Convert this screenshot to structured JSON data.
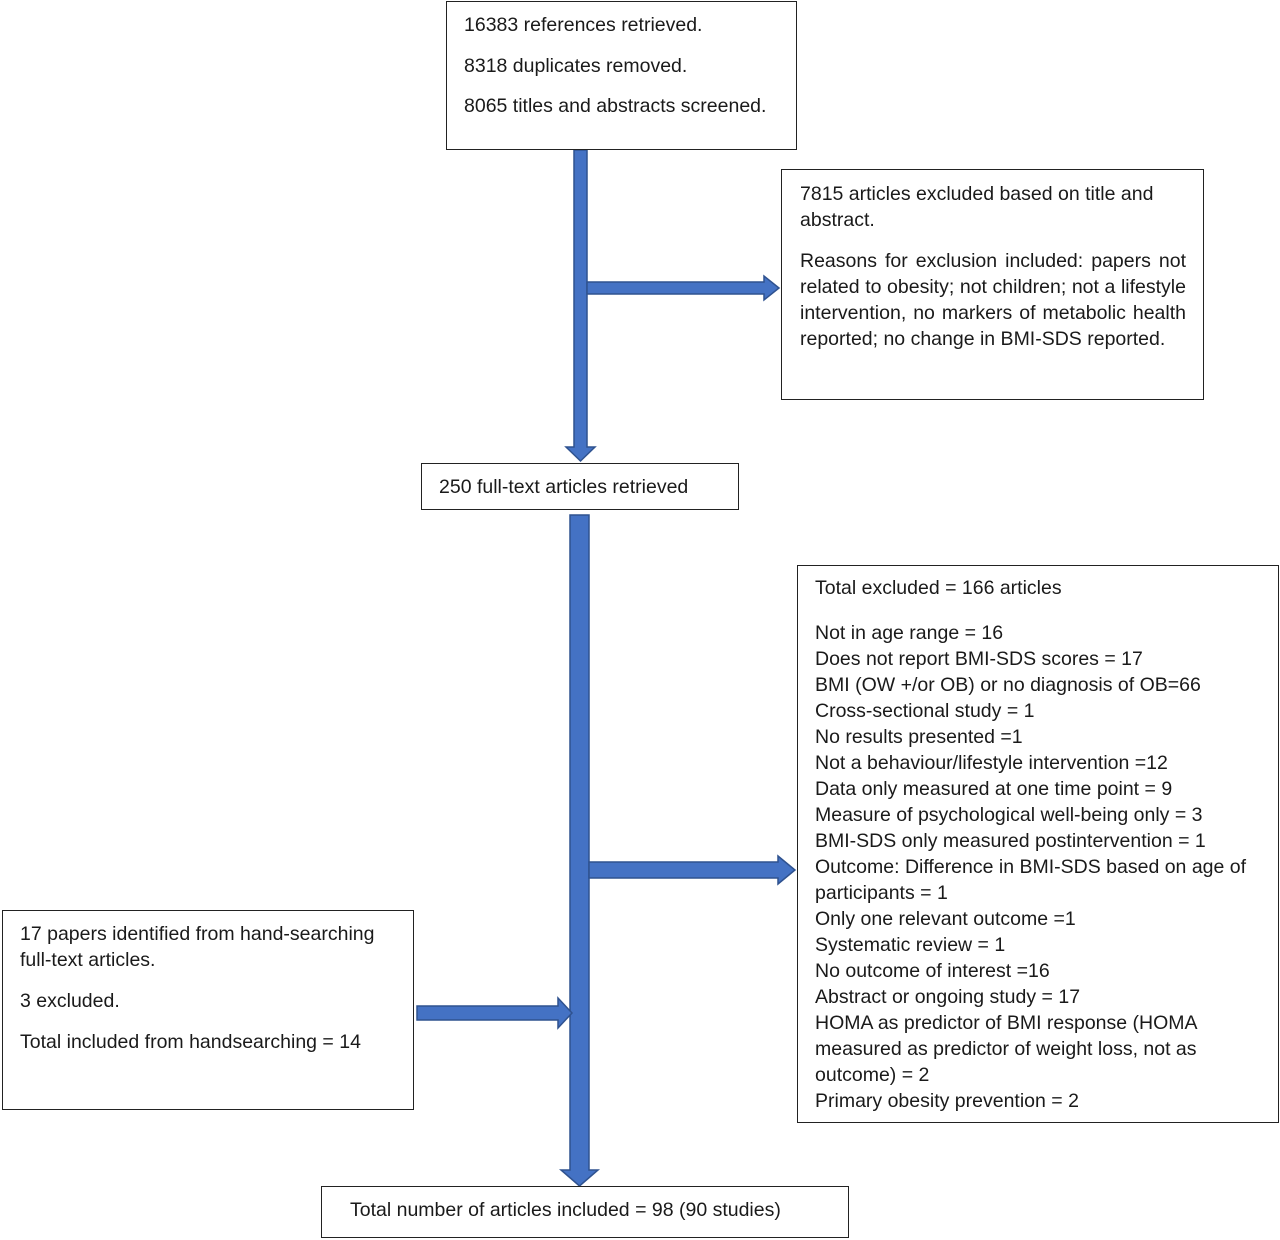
{
  "colors": {
    "arrow_fill": "#4472c4",
    "arrow_stroke": "#2f528f",
    "box_border": "#222222"
  },
  "boxes": {
    "retrieved": {
      "line1": "16383 references retrieved.",
      "line2": "8318 duplicates removed.",
      "line3": "8065 titles and abstracts screened."
    },
    "excluded_title": {
      "line1": "7815 articles excluded based on title and abstract.",
      "line2": "Reasons for exclusion included: papers not related to obesity; not children; not a lifestyle intervention, no markers of metabolic health reported; no change in BMI-SDS reported."
    },
    "fulltext": {
      "label": "250 full-text articles retrieved"
    },
    "total_excluded": {
      "heading": "Total excluded = 166 articles",
      "items": [
        "Not in age range = 16",
        "Does not report BMI-SDS scores = 17",
        "BMI (OW +/or OB) or no diagnosis of OB=66",
        "Cross-sectional study = 1",
        "No results presented =1",
        "Not a behaviour/lifestyle intervention =12",
        "Data only measured at one time point = 9",
        "Measure of psychological well-being only = 3",
        "BMI-SDS only measured postintervention = 1",
        "Outcome: Difference in BMI-SDS based on age of participants = 1",
        "Only one relevant outcome =1",
        "Systematic review = 1",
        "No outcome of interest =16",
        "Abstract or ongoing study = 17",
        "HOMA as predictor of BMI response (HOMA measured as predictor of weight loss, not as outcome) = 2",
        "Primary obesity prevention = 2"
      ]
    },
    "handsearch": {
      "line1": "17 papers identified from hand-searching full-text articles.",
      "line2": "3 excluded.",
      "line3": "Total included from handsearching = 14"
    },
    "final": {
      "label": "Total number of articles included = 98 (90 studies)"
    }
  }
}
